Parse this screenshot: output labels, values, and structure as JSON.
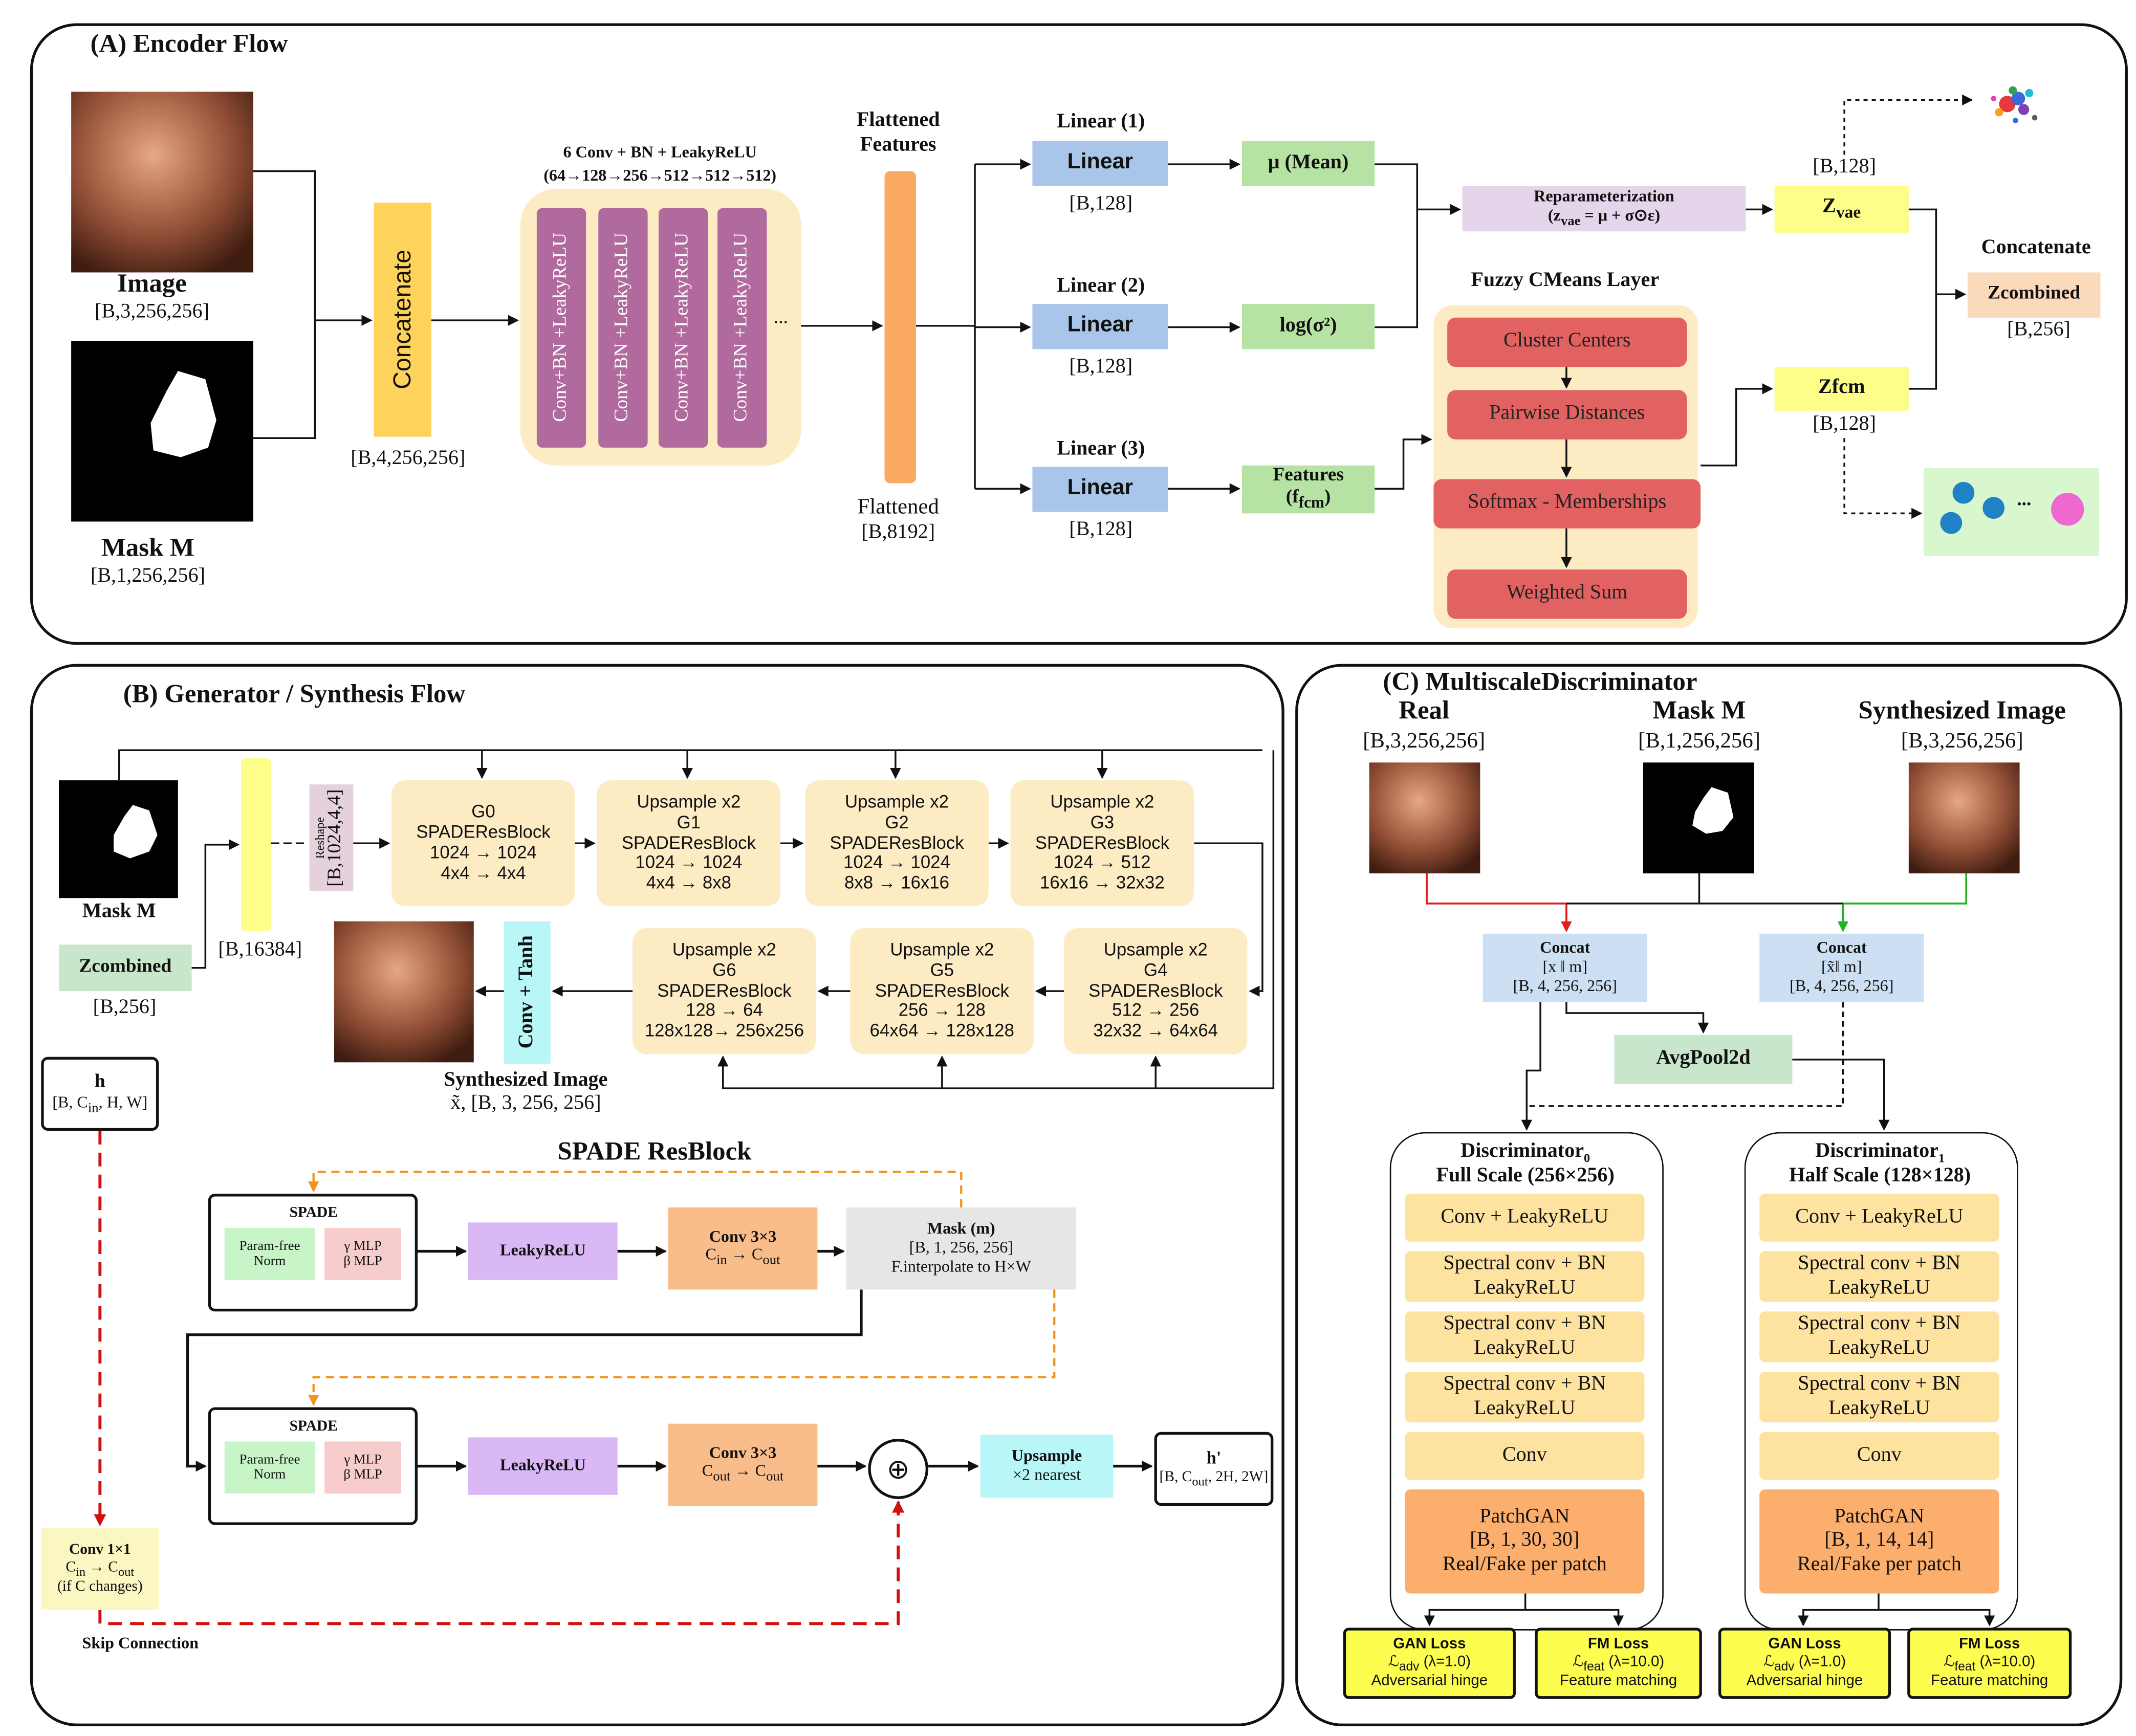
{
  "panels": {
    "a_title": "(A) Encoder Flow",
    "b_title": "(B) Generator / Synthesis Flow",
    "c_title": "(C) MultiscaleDiscriminator"
  },
  "encoder": {
    "image_label": "Image",
    "image_shape": "[B,3,256,256]",
    "mask_label": "Mask M",
    "mask_shape": "[B,1,256,256]",
    "concat_label": "Concatenate",
    "concat_shape": "[B,4,256,256]",
    "conv_title_1": "6 Conv + BN + LeakyReLU",
    "conv_title_2": "(64→128→256→512→512→512)",
    "conv_block": "Conv+BN +LeakyReLU",
    "ellipsis": "...",
    "flat_top_1": "Flattened",
    "flat_top_2": "Features",
    "flat_bottom": "Flattened",
    "flat_shape": "[B,8192]",
    "linear1_title": "Linear (1)",
    "linear2_title": "Linear (2)",
    "linear3_title": "Linear (3)",
    "linear_label": "Linear",
    "linear_shape": "[B,128]",
    "mu": "μ (Mean)",
    "logvar": "log(σ²)",
    "features": "Features",
    "f_fcm": "(f",
    "f_fcm_sub": "fcm",
    "f_close": ")",
    "reparam_1": "Reparameterization",
    "reparam_2a": "(z",
    "reparam_2sub": "vae",
    "reparam_2b": " = μ + σ⊙ε)",
    "zvae": "Z",
    "zvae_sub": "vae",
    "zvae_shape": "[B,128]",
    "fcm_title": "Fuzzy CMeans Layer",
    "fcm_steps": [
      "Cluster Centers",
      "Pairwise Distances",
      "Softmax - Memberships",
      "Weighted Sum"
    ],
    "zfcm": "Zfcm",
    "zfcm_shape": "[B,128]",
    "concat2_title": "Concatenate",
    "zcomb": "Zcombined",
    "zcomb_shape": "[B,256]",
    "dots": "..."
  },
  "generator": {
    "mask_label": "Mask M",
    "zcomb": "Zcombined",
    "zcomb_shape": "[B,256]",
    "lin_shape": "[B,16384]",
    "reshape": "Reshape",
    "reshape_shape": "[B,1024,4,4]",
    "blocks_top": [
      {
        "l1": "G0",
        "l2": "SPADEResBlock",
        "l3": "1024 → 1024",
        "l4": "4x4 → 4x4",
        "l0": ""
      },
      {
        "l0": "Upsample x2",
        "l1": "G1",
        "l2": "SPADEResBlock",
        "l3": "1024 → 1024",
        "l4": "4x4 → 8x8"
      },
      {
        "l0": "Upsample x2",
        "l1": "G2",
        "l2": "SPADEResBlock",
        "l3": "1024 → 1024",
        "l4": "8x8 → 16x16"
      },
      {
        "l0": "Upsample x2",
        "l1": "G3",
        "l2": "SPADEResBlock",
        "l3": "1024 → 512",
        "l4": "16x16 → 32x32"
      }
    ],
    "blocks_bottom": [
      {
        "l0": "Upsample x2",
        "l1": "G6",
        "l2": "SPADEResBlock",
        "l3": "128 → 64",
        "l4": "128x128→ 256x256"
      },
      {
        "l0": "Upsample x2",
        "l1": "G5",
        "l2": "SPADEResBlock",
        "l3": "256 → 128",
        "l4": "64x64 → 128x128"
      },
      {
        "l0": "Upsample x2",
        "l1": "G4",
        "l2": "SPADEResBlock",
        "l3": "512 → 256",
        "l4": "32x32 → 64x64"
      }
    ],
    "conv_tanh": "Conv + Tanh",
    "synth_label": "Synthesized Image",
    "synth_shape": "x̃, [B, 3, 256, 256]",
    "h_label": "h",
    "h_shape": "[B, C",
    "h_shape_sub": "in",
    "h_shape_end": ", H, W]",
    "spade_title": "SPADE ResBlock",
    "spade": "SPADE",
    "param_free": "Param-free",
    "norm": "Norm",
    "gamma_mlp": "γ MLP",
    "beta_mlp": "β MLP",
    "leaky": "LeakyReLU",
    "conv33": "Conv 3×3",
    "conv1_io": "C",
    "conv1_in": "in",
    "conv1_arrow": " → C",
    "conv1_out": "out",
    "conv2_out1": "out",
    "mask_m": "Mask (m)",
    "mask_shape": "[B, 1, 256, 256]",
    "interp": "F.interpolate to H×W",
    "oplus": "⊕",
    "upsample": "Upsample",
    "nearest": "×2 nearest",
    "hprime": "h'",
    "hprime_shape_a": "[B, C",
    "hprime_shape_sub": "out",
    "hprime_shape_b": ", 2H, 2W]",
    "conv11": "Conv 1×1",
    "conv11_io_a": "C",
    "conv11_in": "in",
    "conv11_io_b": " → C",
    "conv11_out": "out",
    "if_changes": "(if C changes)",
    "skip": "Skip Connection"
  },
  "discriminator": {
    "real": "Real",
    "real_shape": "[B,3,256,256]",
    "mask": "Mask M",
    "mask_shape": "[B,1,256,256]",
    "synth": "Synthesized Image",
    "synth_shape": "[B,3,256,256]",
    "concat": "Concat",
    "concat1_sub": "[x ‖ m]",
    "concat2_sub": "[x̃‖ m]",
    "concat_shape": "[B, 4, 256, 256]",
    "avgpool": "AvgPool2d",
    "d0_title": "Discriminator",
    "d0_sub": "0",
    "d0_scale": "Full Scale (256×256)",
    "d1_title": "Discriminator",
    "d1_sub": "1",
    "d1_scale": "Half Scale (128×128)",
    "layers": [
      {
        "a": "Conv + LeakyReLU",
        "b": ""
      },
      {
        "a": "Spectral conv + BN",
        "b": "LeakyReLU"
      },
      {
        "a": "Spectral conv + BN",
        "b": "LeakyReLU"
      },
      {
        "a": "Spectral conv + BN",
        "b": "LeakyReLU"
      },
      {
        "a": "Conv",
        "b": ""
      }
    ],
    "patchgan": "PatchGAN",
    "d0_patch_shape": "[B, 1, 30, 30]",
    "d1_patch_shape": "[B, 1, 14, 14]",
    "per_patch": "Real/Fake per patch",
    "gan_loss": "GAN Loss",
    "gan_loss_eq_a": "ℒ",
    "gan_loss_eq_sub": "adv",
    "gan_loss_eq_b": " (λ=1.0)",
    "gan_loss_desc": "Adversarial hinge",
    "fm_loss": "FM Loss",
    "fm_loss_eq_a": "ℒ",
    "fm_loss_eq_sub": "feat",
    "fm_loss_eq_b": " (λ=10.0)",
    "fm_loss_desc": "Feature matching"
  },
  "colors": {
    "linear": "#a9c6ea",
    "green": "#b6e3a4",
    "zbox": "#fdfd8a",
    "conv_purple": "#b06a9e",
    "fcm_red": "#e26161",
    "leaky_purple": "#d9b8f5",
    "conv_orange": "#f9bd8b",
    "upsample_cyan": "#b8f6f8",
    "skip_red": "#d01010",
    "spade_orange": "#f2941a"
  }
}
